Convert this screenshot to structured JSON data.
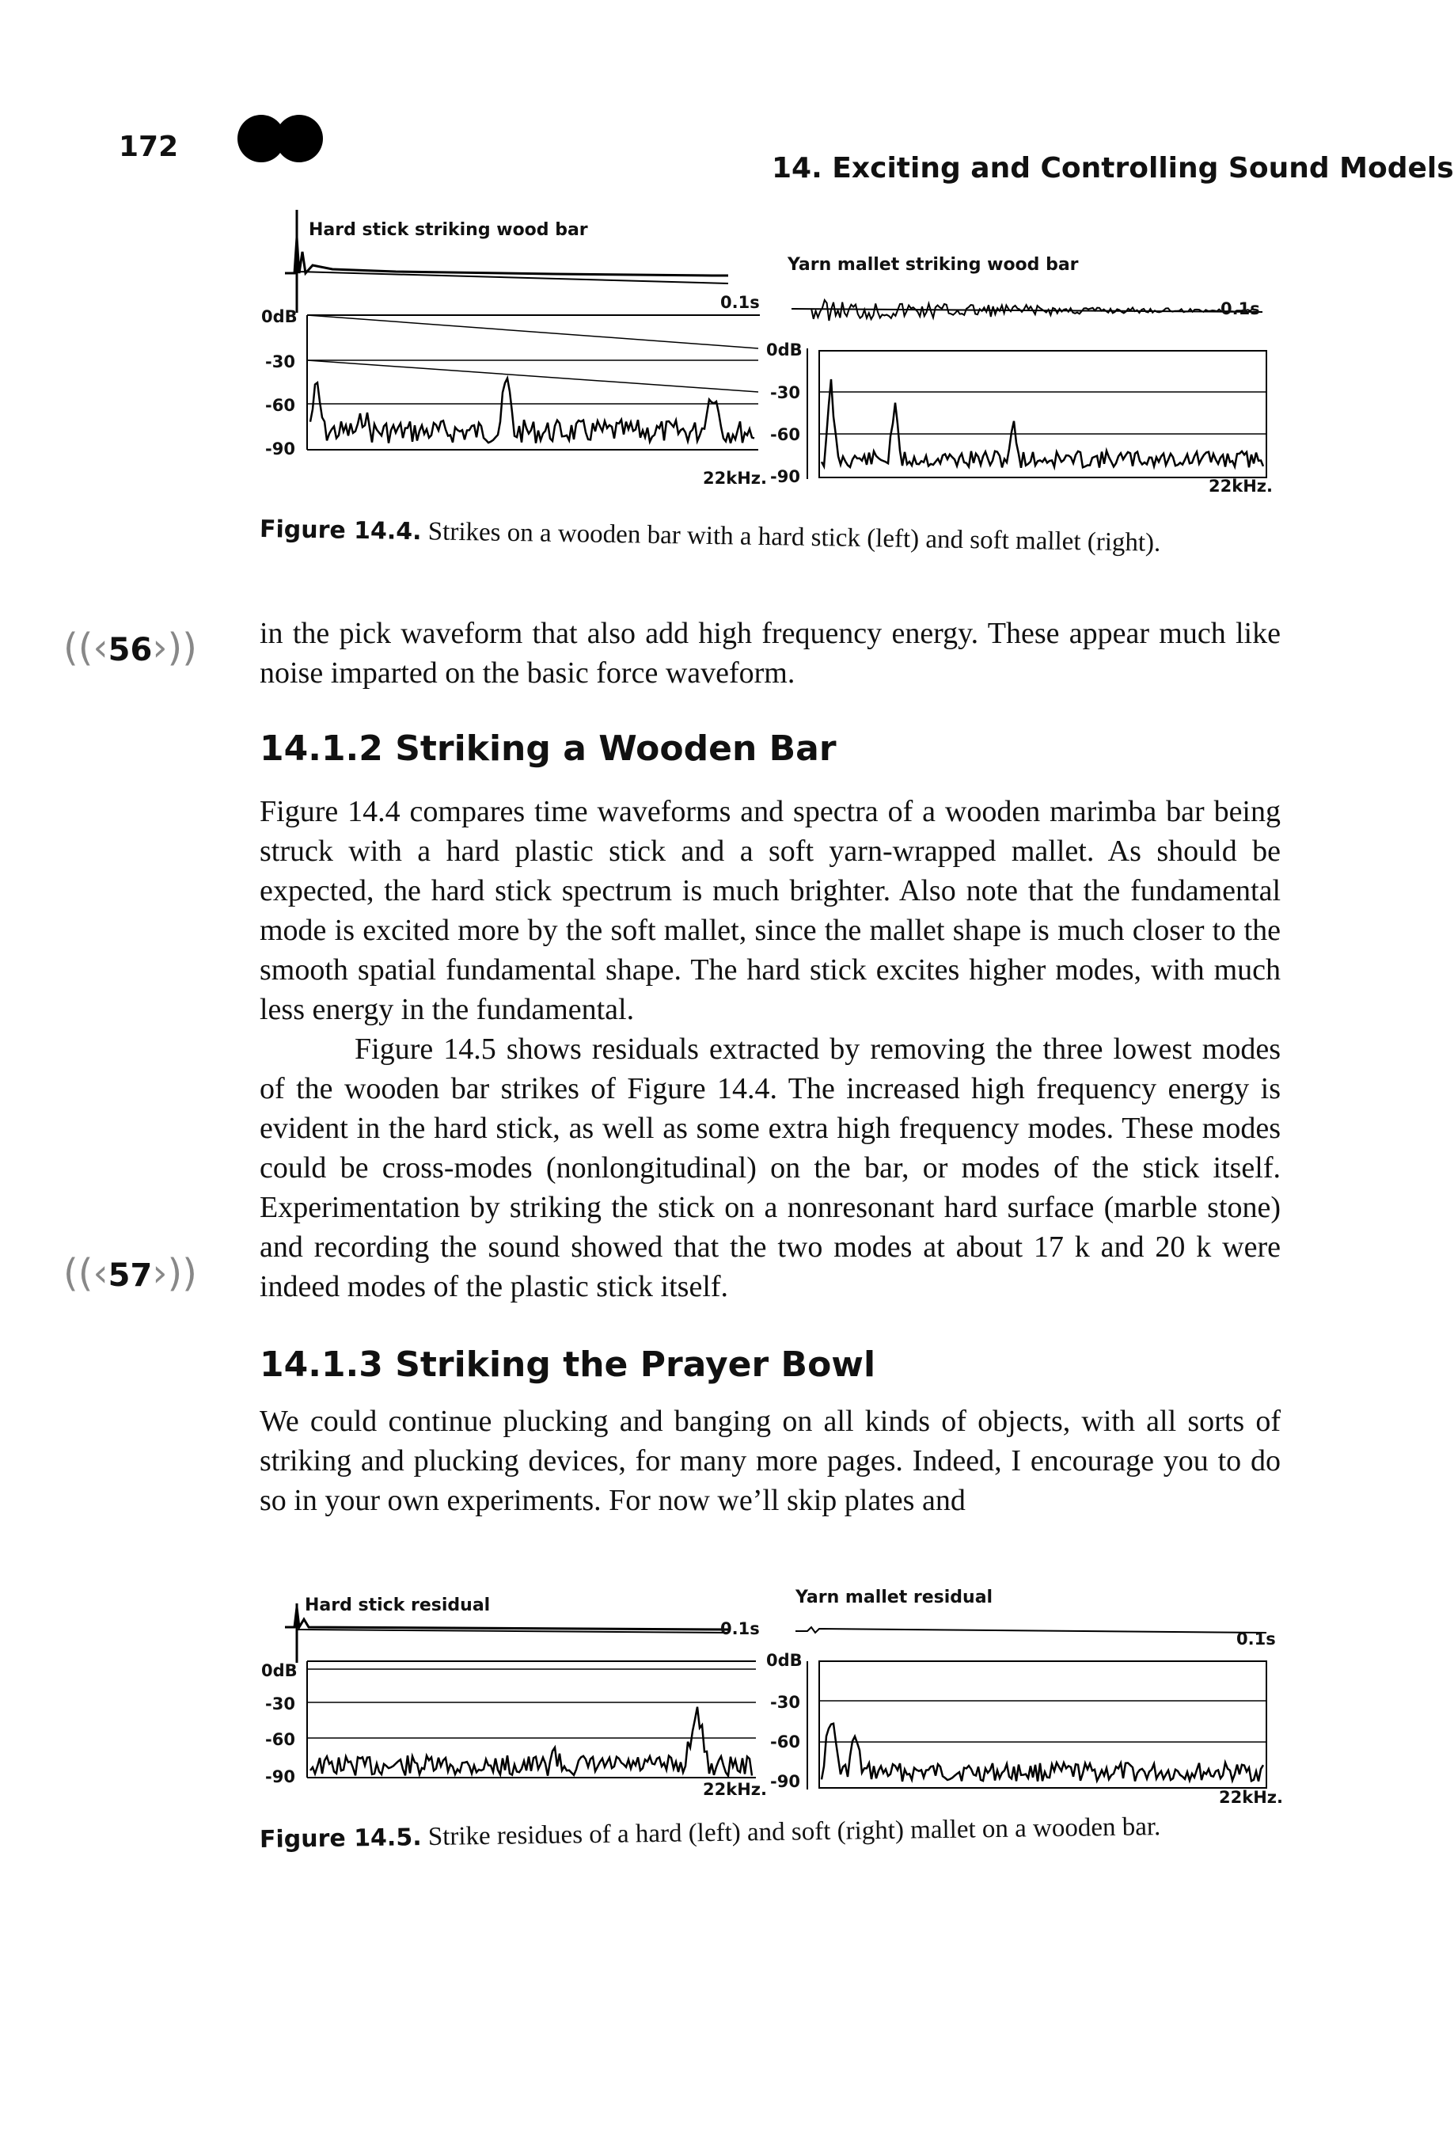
{
  "header": {
    "page_number": "172",
    "running_head": "14. Exciting and Controlling Sound Models"
  },
  "figure_14_4": {
    "left_title": "Hard stick striking wood bar",
    "right_title": "Yarn mallet striking wood bar",
    "time_label": "0.1s",
    "freq_label": "22kHz.",
    "db_ticks": [
      "0dB",
      "-30",
      "-60",
      "-90"
    ],
    "caption_number": "Figure 14.4.",
    "caption_text": "Strikes on a wooden bar with a hard stick (left) and soft mallet (right)."
  },
  "markers": {
    "m56": "56",
    "m57": "57"
  },
  "paragraphs": {
    "p0": "in the pick waveform that also add high frequency energy. These appear much like noise imparted on the basic force waveform.",
    "h1": "14.1.2  Striking a Wooden Bar",
    "p1": "Figure 14.4 compares time waveforms and spectra of a wooden marimba bar being struck with a hard plastic stick and a soft yarn-wrapped mallet. As should be expected, the hard stick spectrum is much brighter. Also note that the fundamental mode is excited more by the soft mallet, since the mallet shape is much closer to the smooth spatial fundamental shape. The hard stick excites higher modes, with much less energy in the fundamental.",
    "p2": "Figure 14.5 shows residuals extracted by removing the three lowest modes of the wooden bar strikes of Figure 14.4. The increased high frequency energy is evident in the hard stick, as well as some extra high frequency modes. These modes could be cross-modes (nonlongitudinal) on the bar, or modes of the stick itself. Experimentation by striking the stick on a nonresonant hard surface (marble stone) and recording the sound showed that the two modes at about 17 k and 20 k were indeed modes of the plastic stick itself.",
    "h2": "14.1.3  Striking the Prayer Bowl",
    "p3": "We could continue plucking and banging on all kinds of objects, with all sorts of striking and plucking devices, for many more pages. Indeed, I encourage you to do so in your own experiments. For now we’ll skip plates and"
  },
  "figure_14_5": {
    "left_title": "Hard stick residual",
    "right_title": "Yarn mallet residual",
    "time_label": "0.1s",
    "freq_label": "22kHz.",
    "db_ticks": [
      "0dB",
      "-30",
      "-60",
      "-90"
    ],
    "caption_number": "Figure 14.5.",
    "caption_text": "Strike residues of a hard (left) and soft (right) mallet on a wooden bar."
  }
}
